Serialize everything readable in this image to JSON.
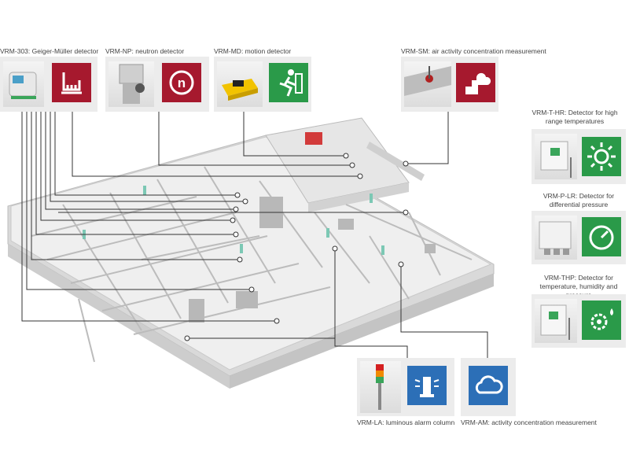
{
  "detectors": {
    "gm": {
      "label": "VRM-303: Geiger-Müller detector",
      "icon": "geiger-counter-icon"
    },
    "np": {
      "label": "VRM-NP: neutron detector",
      "icon": "neutron-icon"
    },
    "md": {
      "label": "VRM-MD: motion detector",
      "icon": "running-person-icon"
    },
    "sm": {
      "label": "VRM-SM: air activity concentration measurement",
      "icon": "stack-cloud-icon"
    },
    "thr": {
      "label": "VRM-T-HR: Detector for high range temperatures",
      "icon": "sun-icon"
    },
    "plr": {
      "label": "VRM-P-LR: Detector for differential pressure",
      "icon": "gauge-icon"
    },
    "thp": {
      "label": "VRM-THP: Detector for temperature, humidity and pressure",
      "icon": "gear-drop-icon"
    },
    "la": {
      "label": "VRM-LA: luminous alarm column",
      "icon": "beacon-icon"
    },
    "am": {
      "label": "VRM-AM: activity concentration measurement",
      "icon": "cloud-icon"
    }
  },
  "colors": {
    "red": "#a6192e",
    "green": "#2a9a49",
    "blue": "#2c6fb7",
    "line": "#333333"
  }
}
